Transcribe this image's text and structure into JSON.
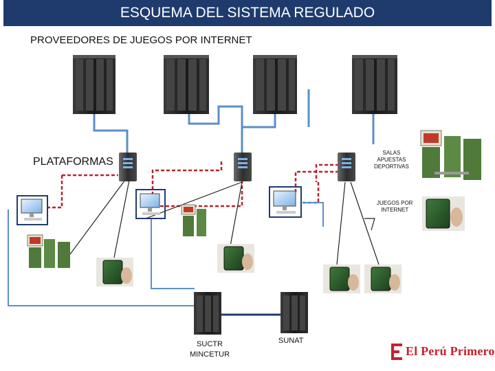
{
  "title": "ESQUEMA DEL SISTEMA REGULADO",
  "labels": {
    "providers": "PROVEEDORES DE JUEGOS POR INTERNET",
    "platforms": "PLATAFORMAS",
    "betting_halls": [
      "SALAS",
      "APUESTAS",
      "DEPORTIVAS"
    ],
    "internet_games": [
      "JUEGOS POR",
      "INTERNET"
    ],
    "suctr": [
      "SUCTR",
      "MINCETUR"
    ],
    "sunat": "SUNAT"
  },
  "logo": {
    "text": "El Perú Primero"
  },
  "colors": {
    "title_bg": "#1f3b6e",
    "provider_link": "#5b8ec9",
    "platform_link": "#c0202a",
    "device_link": "#222222",
    "authority_link": "#1f3b6e",
    "logo_red": "#c8202c"
  },
  "icons": [
    "server-rack-icon",
    "server-tower-icon",
    "desktop-pc-icon",
    "betting-terminal-icon",
    "smartphone-icon"
  ]
}
